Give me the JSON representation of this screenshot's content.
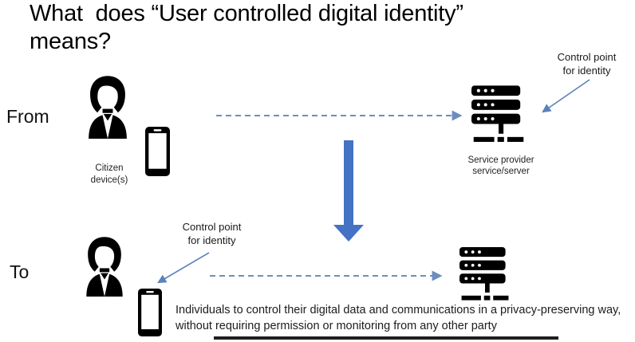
{
  "title": "What  does “User controlled digital identity”\nmeans?",
  "sections": {
    "from": {
      "label": "From",
      "device_caption": "Citizen\ndevice(s)",
      "server_caption": "Service provider\nservice/server"
    },
    "to": {
      "label": "To"
    }
  },
  "annotations": {
    "control_point_top": "Control point\nfor identity",
    "control_point_bottom": "Control point\nfor identity",
    "summary": "Individuals to control their digital data and communications in a privacy-preserving way, without requiring permission or monitoring from any other party"
  },
  "icons": {
    "person": "woman-user-icon",
    "phone": "smartphone-icon",
    "server": "server-stack-icon",
    "flow_arrow": "dashed-right-arrow",
    "transition_arrow": "big-down-arrow",
    "pointer_arrow": "thin-diagonal-arrow"
  },
  "colors": {
    "background": "#ffffff",
    "text": "#000000",
    "icon": "#000000",
    "big_arrow_blue": "#4472c4",
    "dashed_arrow_blue": "#6c8ebf",
    "pointer_arrow_blue": "#5b82bb"
  }
}
